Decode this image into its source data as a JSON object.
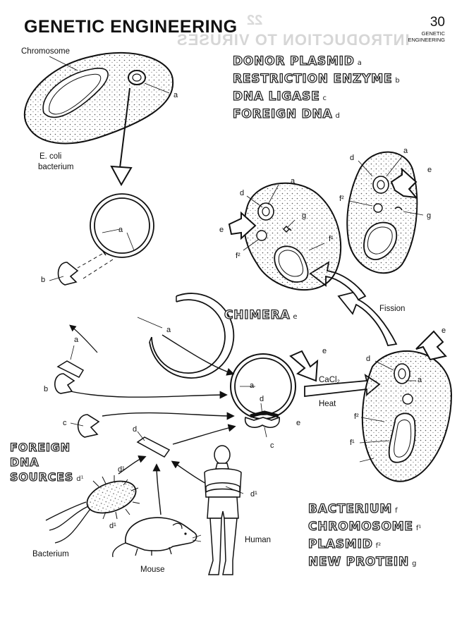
{
  "header": {
    "title": "GENETIC ENGINEERING",
    "page_number": "30",
    "page_subtitle": "GENETIC ENGINEERING"
  },
  "key_top": [
    {
      "label": "DONOR PLASMID",
      "sub": "a"
    },
    {
      "label": "RESTRICTION ENZYME",
      "sub": "b"
    },
    {
      "label": "DNA LIGASE",
      "sub": "c"
    },
    {
      "label": "FOREIGN DNA",
      "sub": "d"
    }
  ],
  "chimera": {
    "label": "CHIMERA",
    "sub": "e"
  },
  "foreign_sources": {
    "lines": [
      "FOREIGN",
      "DNA",
      "SOURCES"
    ],
    "sub": "d¹"
  },
  "key_bottom": [
    {
      "label": "BACTERIUM",
      "sub": "f"
    },
    {
      "label": "CHROMOSOME",
      "sub": "f¹"
    },
    {
      "label": "PLASMID",
      "sub": "f²"
    },
    {
      "label": "NEW PROTEIN",
      "sub": "g"
    }
  ],
  "labels": {
    "chromosome": "Chromosome",
    "ecoli_line1": "E. coli",
    "ecoli_line2": "bacterium",
    "fission": "Fission",
    "cacl2": "CaCl₂",
    "heat": "Heat",
    "bacterium": "Bacterium",
    "mouse": "Mouse",
    "human": "Human"
  },
  "letters": {
    "a": "a",
    "b": "b",
    "c": "c",
    "d": "d",
    "e": "e",
    "g": "g",
    "d1": "d¹",
    "f1": "f¹",
    "f2": "f²"
  },
  "faded_background": {
    "mirrored_title": "INTRODUCTION TO VIRUSES",
    "mirrored_number": "22"
  }
}
